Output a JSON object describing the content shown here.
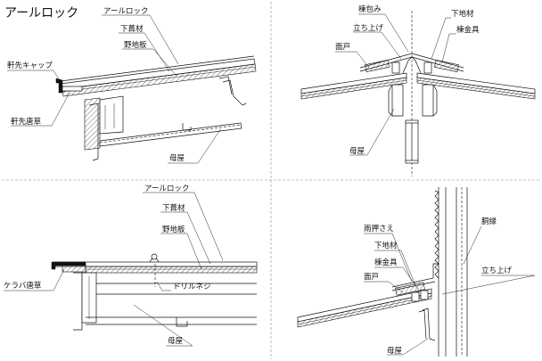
{
  "title": "アールロック",
  "panel_tl": {
    "label_roof": "アールロック",
    "label_shita": "下葺材",
    "label_noji": "野地板",
    "label_nokisaki_cap": "軒先キャップ",
    "label_nokisaki_karakusa": "軒先唐草",
    "label_moya": "母屋"
  },
  "panel_tr": {
    "label_munatsutsumi": "棟包み",
    "label_tachiage": "立ち上げ",
    "label_shitaji": "下地材",
    "label_munakanagu": "棟金具",
    "label_mendo": "面戸",
    "label_moya": "母屋"
  },
  "panel_bl": {
    "label_roof": "アールロック",
    "label_shita": "下葺材",
    "label_noji": "野地板",
    "label_drill": "ドリルネジ",
    "label_keraba": "ケラバ唐草",
    "label_moya": "母屋"
  },
  "panel_br": {
    "label_amaosae": "雨押さえ",
    "label_shitaji": "下地材",
    "label_munakanagu": "棟金具",
    "label_mendo": "面戸",
    "label_doen": "胴縁",
    "label_tachiage": "立ち上げ",
    "label_moya": "母屋"
  }
}
